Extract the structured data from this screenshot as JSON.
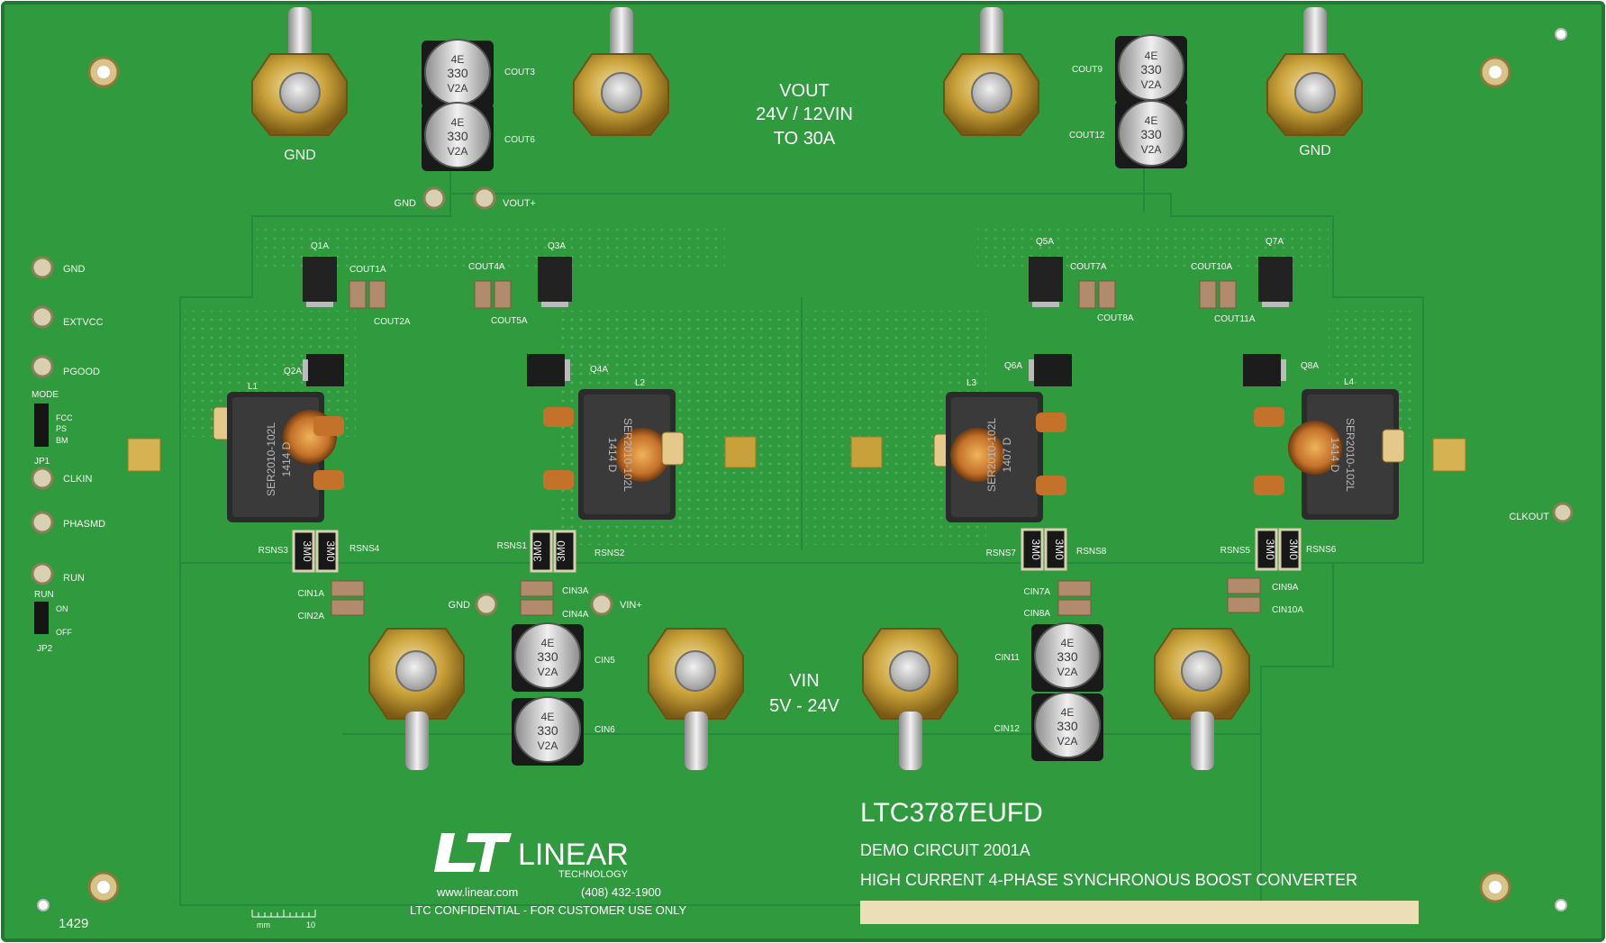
{
  "board": {
    "colors": {
      "pcb": "#2f9a3e",
      "pcb_edge": "#238032",
      "trace": "#2a8a37",
      "silkscreen": "#f4f7f0",
      "gold": "#c9a13a",
      "copper": "#c4712a",
      "label_panel": "#ecdfb6"
    },
    "labels": {
      "vout_line1": "VOUT",
      "vout_line2": "24V / 12VIN",
      "vout_line3": "TO 30A",
      "vin_line1": "VIN",
      "vin_line2": "5V - 24V",
      "gnd_left": "GND",
      "gnd_right": "GND",
      "gnd_top_tp": "GND",
      "voutp_tp": "VOUT+",
      "gnd_bottom_tp": "GND",
      "vinp_tp": "VIN+",
      "clkout": "CLKOUT"
    },
    "left_header": {
      "gnd": "GND",
      "extvcc": "EXTVCC",
      "pgood": "PGOOD",
      "mode": "MODE",
      "fcc": "FCC",
      "ps": "PS",
      "bm": "BM",
      "jp1": "JP1",
      "clkin": "CLKIN",
      "phasmd": "PHASMD",
      "run_tp": "RUN",
      "run": "RUN",
      "on": "ON",
      "off": "OFF",
      "jp2": "JP2"
    },
    "refdes": {
      "cout3": "COUT3",
      "cout6": "COUT6",
      "cout9": "COUT9",
      "cout12": "COUT12",
      "q1a": "Q1A",
      "q2a": "Q2A",
      "q3a": "Q3A",
      "q4a": "Q4A",
      "q5a": "Q5A",
      "q6a": "Q6A",
      "q7a": "Q7A",
      "q8a": "Q8A",
      "cout1a": "COUT1A",
      "cout2a": "COUT2A",
      "cout4a": "COUT4A",
      "cout5a": "COUT5A",
      "cout7a": "COUT7A",
      "cout8a": "COUT8A",
      "cout10a": "COUT10A",
      "cout11a": "COUT11A",
      "l1": "L1",
      "l2": "L2",
      "l3": "L3",
      "l4": "L4",
      "rsns1": "RSNS1",
      "rsns2": "RSNS2",
      "rsns3": "RSNS3",
      "rsns4": "RSNS4",
      "rsns5": "RSNS5",
      "rsns6": "RSNS6",
      "rsns7": "RSNS7",
      "rsns8": "RSNS8",
      "cin1a": "CIN1A",
      "cin2a": "CIN2A",
      "cin3a": "CIN3A",
      "cin4a": "CIN4A",
      "cin5": "CIN5",
      "cin6": "CIN6",
      "cin7a": "CIN7A",
      "cin8a": "CIN8A",
      "cin9a": "CIN9A",
      "cin10a": "CIN10A",
      "cin11": "CIN11",
      "cin12": "CIN12"
    },
    "parts": {
      "inductor_mark_1": "SER2010-102L",
      "inductor_mark_2": "1414 D",
      "inductor_mark_3_1": "SER2010-102L",
      "inductor_mark_3_2": "1407 D",
      "cap_mark_1": "4E",
      "cap_mark_2": "330",
      "cap_mark_3": "V2A",
      "resistor_mark": "3M0"
    },
    "title_block": {
      "part_number": "LTC3787EUFD",
      "demo": "DEMO CIRCUIT 2001A",
      "description": "HIGH CURRENT 4-PHASE SYNCHRONOUS BOOST CONVERTER",
      "logo_word": "LINEAR",
      "logo_sub": "TECHNOLOGY",
      "website": "www.linear.com",
      "phone": "(408) 432-1900",
      "confidential": "LTC CONFIDENTIAL -  FOR CUSTOMER USE ONLY",
      "date_code": "1429",
      "ruler_mm": "mm",
      "ruler_10": "10"
    }
  }
}
